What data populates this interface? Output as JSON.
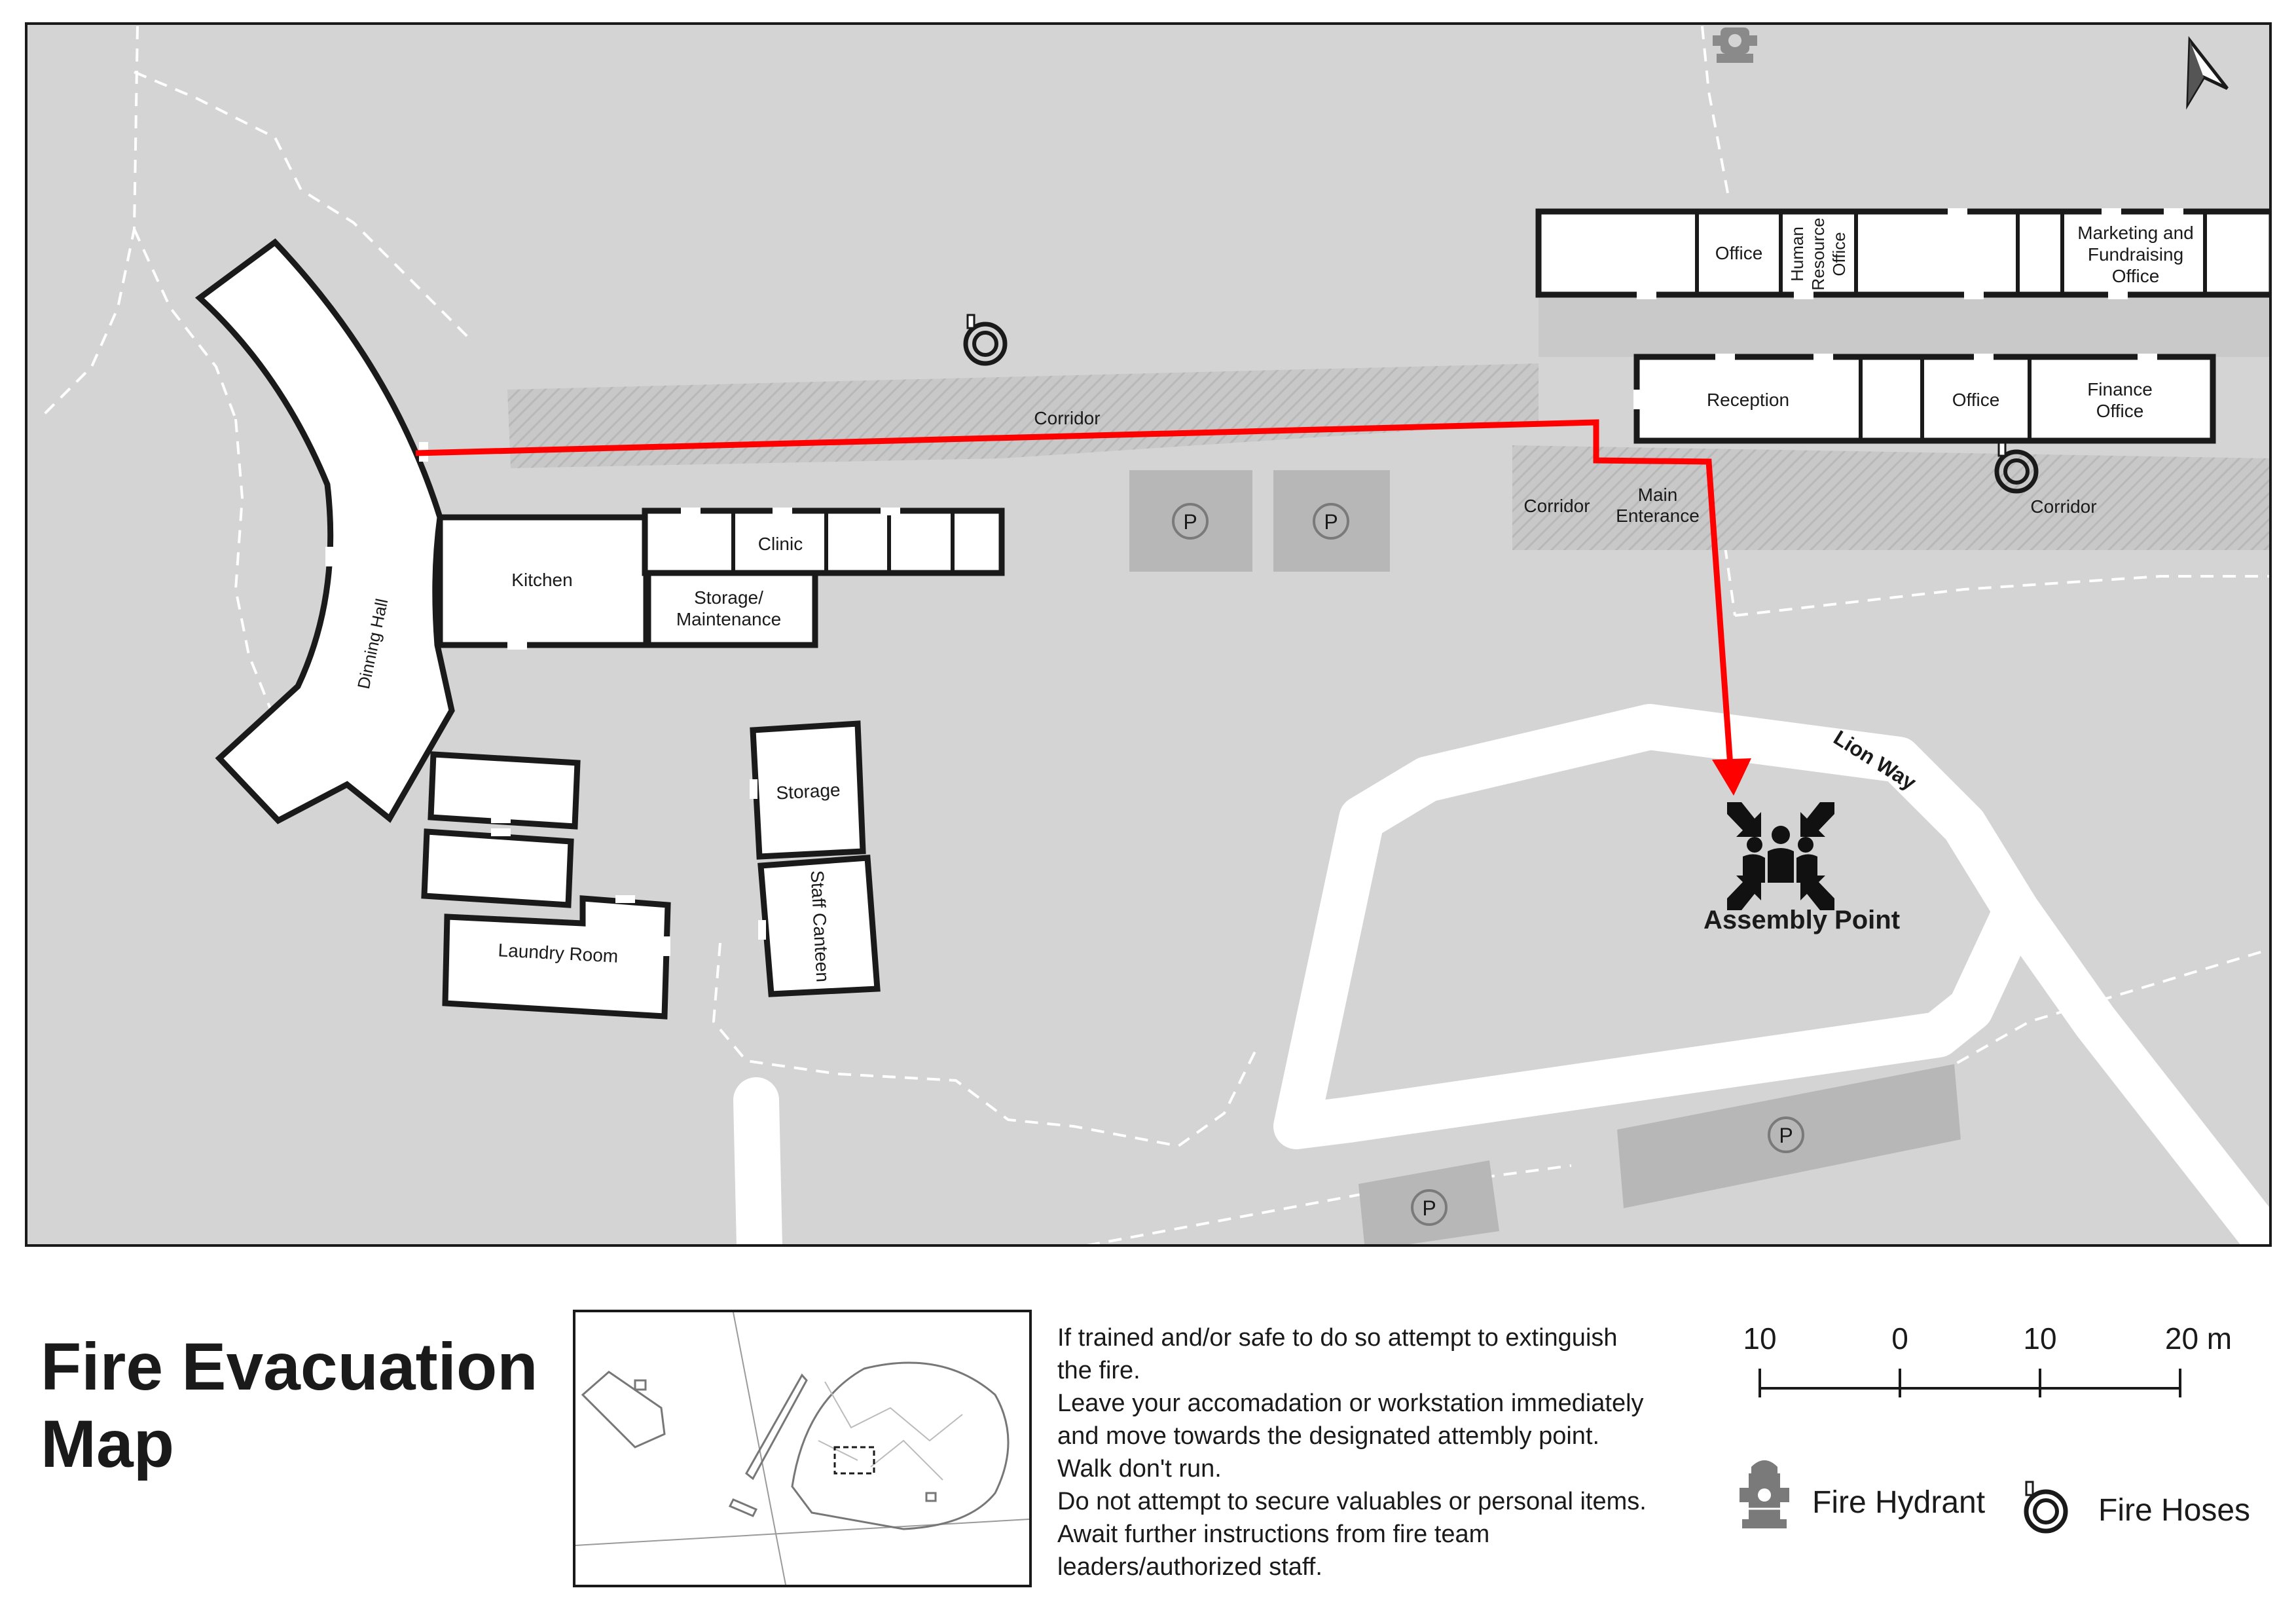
{
  "title_line1": "Fire Evacuation",
  "title_line2": "Map",
  "rooms": {
    "office_top": "Office",
    "hr_office_1": "Human",
    "hr_office_2": "Resource",
    "hr_office_3": "Office",
    "marketing_1": "Marketing and",
    "marketing_2": "Fundraising",
    "marketing_3": "Office",
    "reception": "Reception",
    "office_mid": "Office",
    "finance_1": "Finance",
    "finance_2": "Office",
    "corridor_top": "Corridor",
    "corridor_left_east": "Corridor",
    "main_entrance_1": "Main",
    "main_entrance_2": "Enterance",
    "corridor_right_east": "Corridor",
    "kitchen": "Kitchen",
    "clinic": "Clinic",
    "storage_maintenance_1": "Storage/",
    "storage_maintenance_2": "Maintenance",
    "dinning_hall": "Dinning Hall",
    "storage": "Storage",
    "staff_canteen": "Staff Canteen",
    "laundry_room": "Laundry Room",
    "lion_way": "Lion Way",
    "assembly_point": "Assembly Point"
  },
  "parking_symbol": "P",
  "instructions": [
    "If trained and/or safe to do so attempt to extinguish",
    "the fire.",
    "Leave your accomadation or workstation immediately",
    "and move towards the designated attembly point.",
    "Walk don't run.",
    "Do not attempt to secure valuables or personal items.",
    "Await further instructions from fire team",
    "leaders/authorized staff."
  ],
  "scale_bar": {
    "labels": [
      "10",
      "0",
      "10",
      "20 m"
    ]
  },
  "legend": {
    "hydrant": {
      "icon": "fire-hydrant-icon",
      "label": "Fire Hydrant"
    },
    "hose": {
      "icon": "fire-hose-icon",
      "label": "Fire Hoses"
    }
  },
  "colors": {
    "background": "#d4d4d4",
    "evacuation_route": "#ff0000",
    "building_outline": "#1a1a1a",
    "parking": "#b7b7b7"
  }
}
